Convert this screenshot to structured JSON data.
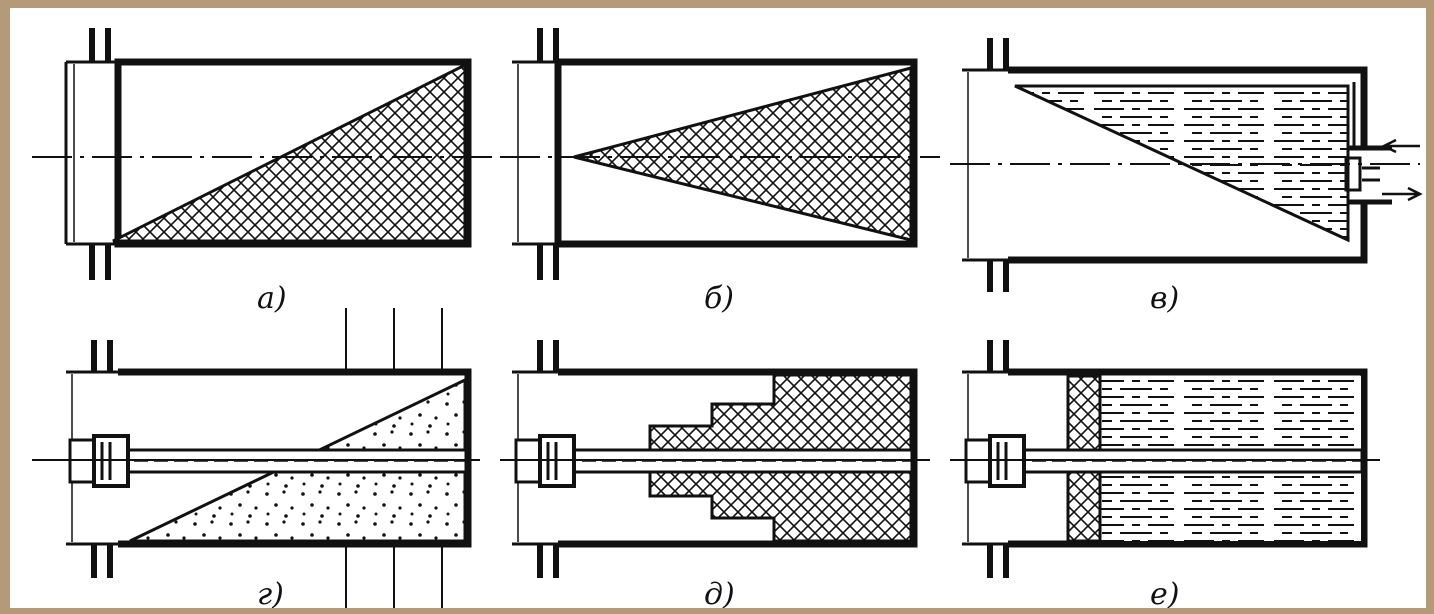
{
  "colors": {
    "frame_background": "#b49a78",
    "paper": "#ffffff",
    "ink": "#111111"
  },
  "panels": [
    {
      "id": "a",
      "label": "а)"
    },
    {
      "id": "b",
      "label": "б)"
    },
    {
      "id": "v",
      "label": "в)"
    },
    {
      "id": "g",
      "label": "г)"
    },
    {
      "id": "d",
      "label": "д)"
    },
    {
      "id": "e",
      "label": "е)"
    }
  ]
}
